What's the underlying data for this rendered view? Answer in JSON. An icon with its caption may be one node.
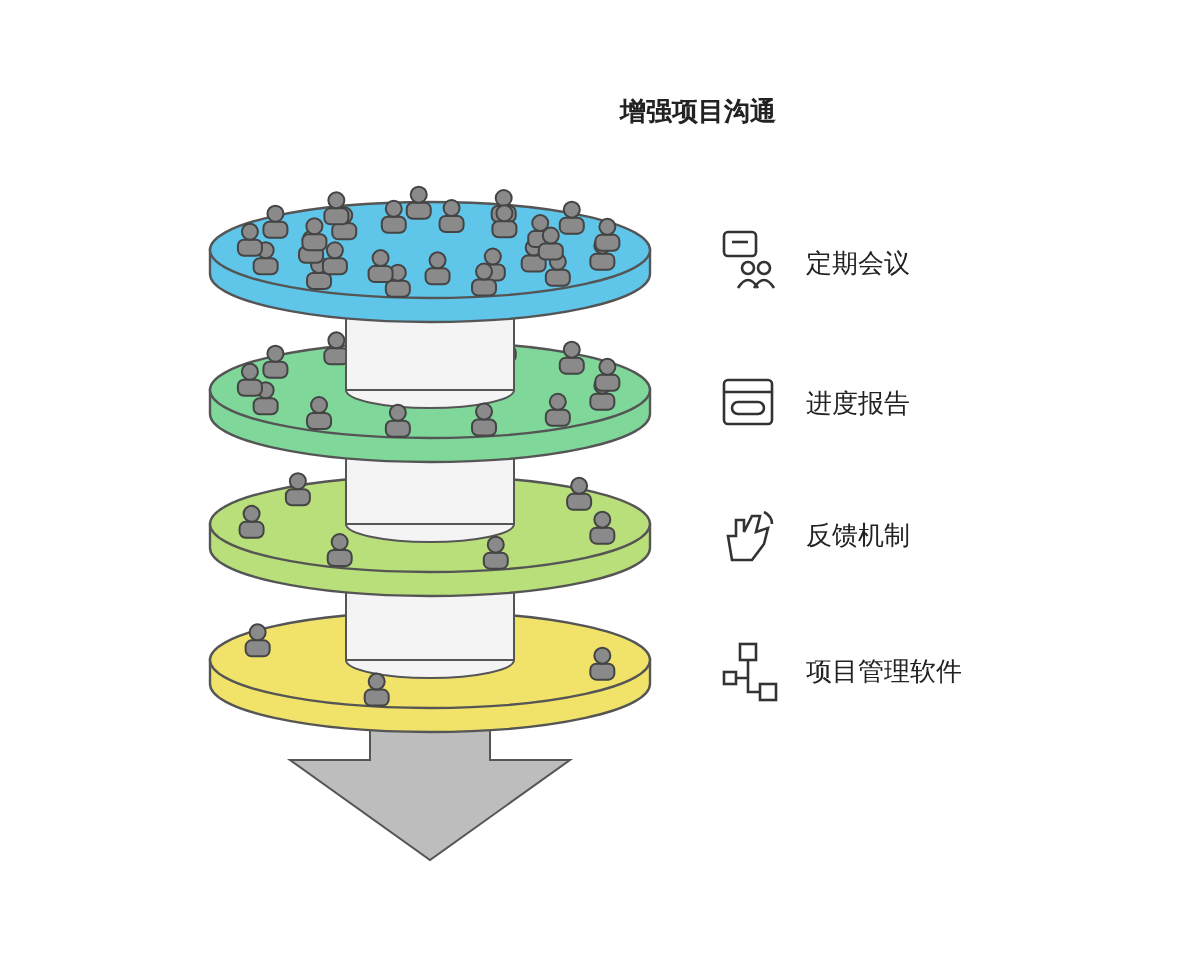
{
  "diagram": {
    "title": "增强项目沟通",
    "labels": [
      "定期会议",
      "进度报告",
      "反馈机制",
      "项目管理软件"
    ]
  }
}
